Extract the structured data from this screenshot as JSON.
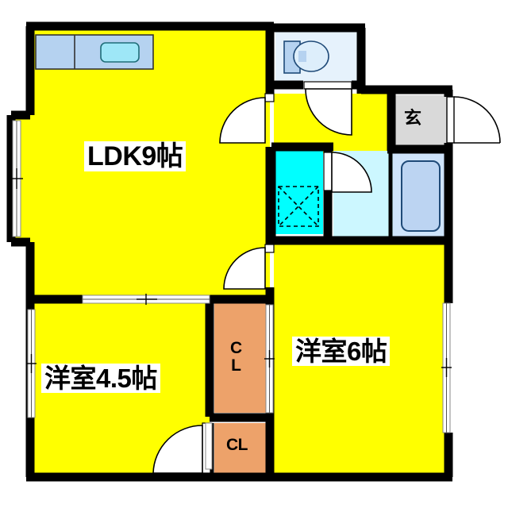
{
  "plan": {
    "type": "japanese-apartment-floorplan",
    "layout_code": "2LDK",
    "colors": {
      "wall": "#000000",
      "room_floor": "#ffff00",
      "closet_floor": "#eda26a",
      "genkan_floor": "#d9d9d9",
      "tile_cyan": "#00ffff",
      "washroom": "#ccf7ff",
      "bath_fill": "#c5dcf5",
      "bathtub_fill": "#bcd4f2",
      "toilet_room": "#e2f0fb",
      "kitchen_counter": "#b5d2f0",
      "sink_fill": "#9ee7f7",
      "white": "#ffffff"
    },
    "rooms": [
      {
        "id": "ldk",
        "label": "LDK9帖",
        "name": "living-dining-kitchen",
        "size_jo": 9
      },
      {
        "id": "yoshitsu45",
        "label": "洋室4.5帖",
        "name": "western-room-4.5-jo",
        "size_jo": 4.5
      },
      {
        "id": "yoshitsu6",
        "label": "洋室6帖",
        "name": "western-room-6-jo",
        "size_jo": 6
      },
      {
        "id": "genkan",
        "label": "玄",
        "name": "entrance-genkan",
        "size_jo": null
      },
      {
        "id": "cl_upper",
        "label": "CL",
        "name": "closet-upper",
        "size_jo": null
      },
      {
        "id": "cl_lower",
        "label": "CL",
        "name": "closet-lower",
        "size_jo": null
      }
    ],
    "labels": {
      "ldk": "LDK9帖",
      "yoshitsu45": "洋室4.5帖",
      "yoshitsu6": "洋室6帖",
      "genkan": "玄",
      "cl_upper_line1": "C",
      "cl_upper_line2": "L",
      "cl_lower": "CL"
    },
    "fixtures": [
      {
        "name": "kitchen-counter",
        "label": ""
      },
      {
        "name": "kitchen-sink",
        "label": ""
      },
      {
        "name": "toilet-bowl",
        "label": ""
      },
      {
        "name": "toilet-tank",
        "label": ""
      },
      {
        "name": "bathtub",
        "label": ""
      },
      {
        "name": "washing-machine-space",
        "label": ""
      },
      {
        "name": "vanity-basin",
        "label": ""
      }
    ],
    "doors": [
      {
        "name": "entrance-door",
        "type": "swing"
      },
      {
        "name": "ldk-hall-door",
        "type": "swing"
      },
      {
        "name": "toilet-door",
        "type": "swing"
      },
      {
        "name": "washroom-door",
        "type": "swing"
      },
      {
        "name": "ldk-corridor-door",
        "type": "swing"
      },
      {
        "name": "yoshitsu45-door",
        "type": "swing"
      }
    ],
    "windows": [
      {
        "name": "ldk-west-window",
        "type": "sliding"
      },
      {
        "name": "yoshitsu45-west-window",
        "type": "sliding"
      },
      {
        "name": "ldk-yoshitsu45-partition-window",
        "type": "sliding"
      },
      {
        "name": "yoshitsu6-east-window",
        "type": "sliding"
      },
      {
        "name": "cl-upper-door",
        "type": "sliding"
      }
    ]
  }
}
